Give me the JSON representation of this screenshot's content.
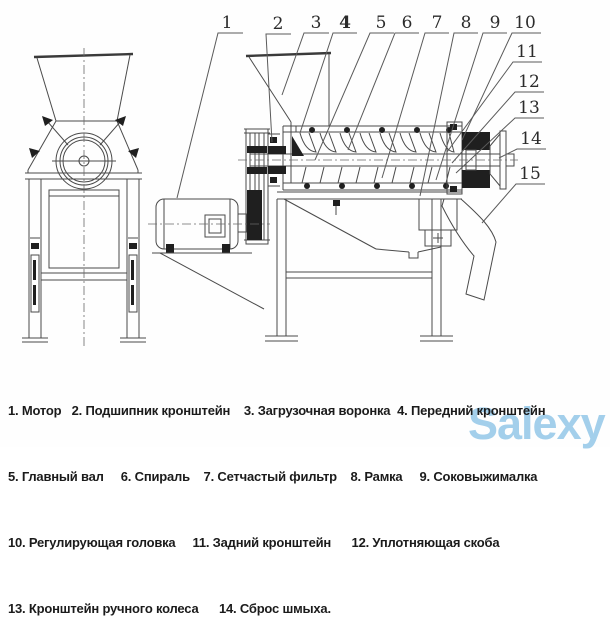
{
  "drawing": {
    "title_hint": "juicer-press technical drawing",
    "callouts": [
      {
        "label": "1"
      },
      {
        "label": "2"
      },
      {
        "label": "3"
      },
      {
        "label": "4"
      },
      {
        "label": "5"
      },
      {
        "label": "6"
      },
      {
        "label": "7"
      },
      {
        "label": "8"
      },
      {
        "label": "9"
      },
      {
        "label": "10"
      },
      {
        "label": "11"
      },
      {
        "label": "12"
      },
      {
        "label": "13"
      },
      {
        "label": "14"
      },
      {
        "label": "15"
      }
    ],
    "legend": {
      "lines": [
        "1. Мотор   2. Подшипник кронштейн    3. Загрузочная воронка  4. Передний кронштейн",
        "5. Главный вал     6. Спираль    7. Сетчастый фильтр    8. Рамка     9. Соковыжималка",
        "10. Регулирующая головка     11. Задний кронштейн      12. Уплотняющая скоба",
        "13. Кронштейн ручного колеса      14. Сброс шмыха."
      ]
    },
    "watermark": {
      "text": "Salexy",
      "color": "#a3cfeb"
    },
    "colors": {
      "line": "#4a4a4a",
      "text": "#1b1b1b",
      "background": "#ffffff"
    }
  }
}
